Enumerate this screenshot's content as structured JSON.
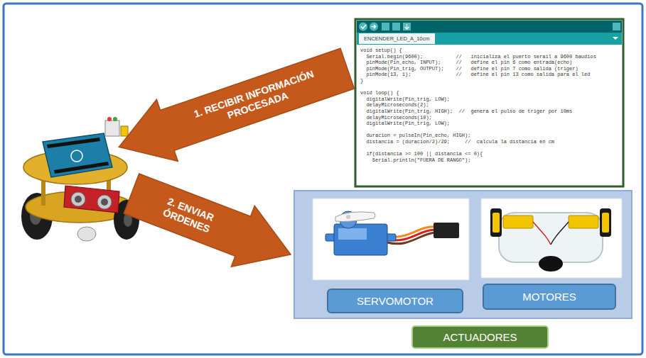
{
  "diagram": {
    "nodes": [
      {
        "text": [
          "ENCENDER_LED_A_10cm",
          "void setup() {",
          "  Serial.begin(9600);           //   inicializa el puerto serail a 9600 baudios",
          "  pinMode(Pin_echo, INPUT);     //   define el pin 6 como entrada(echo)",
          "  pinMode(Pin_trig, OUTPUT);    //   define el pin 7 como salida (triger)",
          "  pinMode(13, 1);               //   define el pin 13 como salida para el led",
          "}",
          "void loop() {",
          "  digitalWrite(Pin_trig, LOW);",
          "  delayMicroseconds(2);",
          "  digitalWrite(Pin_trig, HIGH);  //  genera el pulso de triger por 10ms",
          "  delayMicroseconds(10);",
          "  digitalWrite(Pin_trig, LOW);",
          "  duracion = pulseIn(Pin_echo, HIGH);",
          "  distancia = (duracion/2)/29;     //  calcula la distancia en cm",
          "  if(distancia >= 100 || distancia <= 0){",
          "    Serial.println(\"FUERA DE RANGO\");"
        ]
      },
      {
        "text": [
          "1. RECIBIR INFORMACIÓN PROCESADA"
        ]
      },
      {
        "text": [
          "2. ENVIAR ÓRDENES"
        ]
      },
      {
        "text": [
          "ACTUADORES"
        ]
      },
      {
        "text": [
          "SERVOMOTOR"
        ],
        "in": 3
      },
      {
        "text": [
          "MOTORES"
        ],
        "in": 3
      }
    ]
  }
}
